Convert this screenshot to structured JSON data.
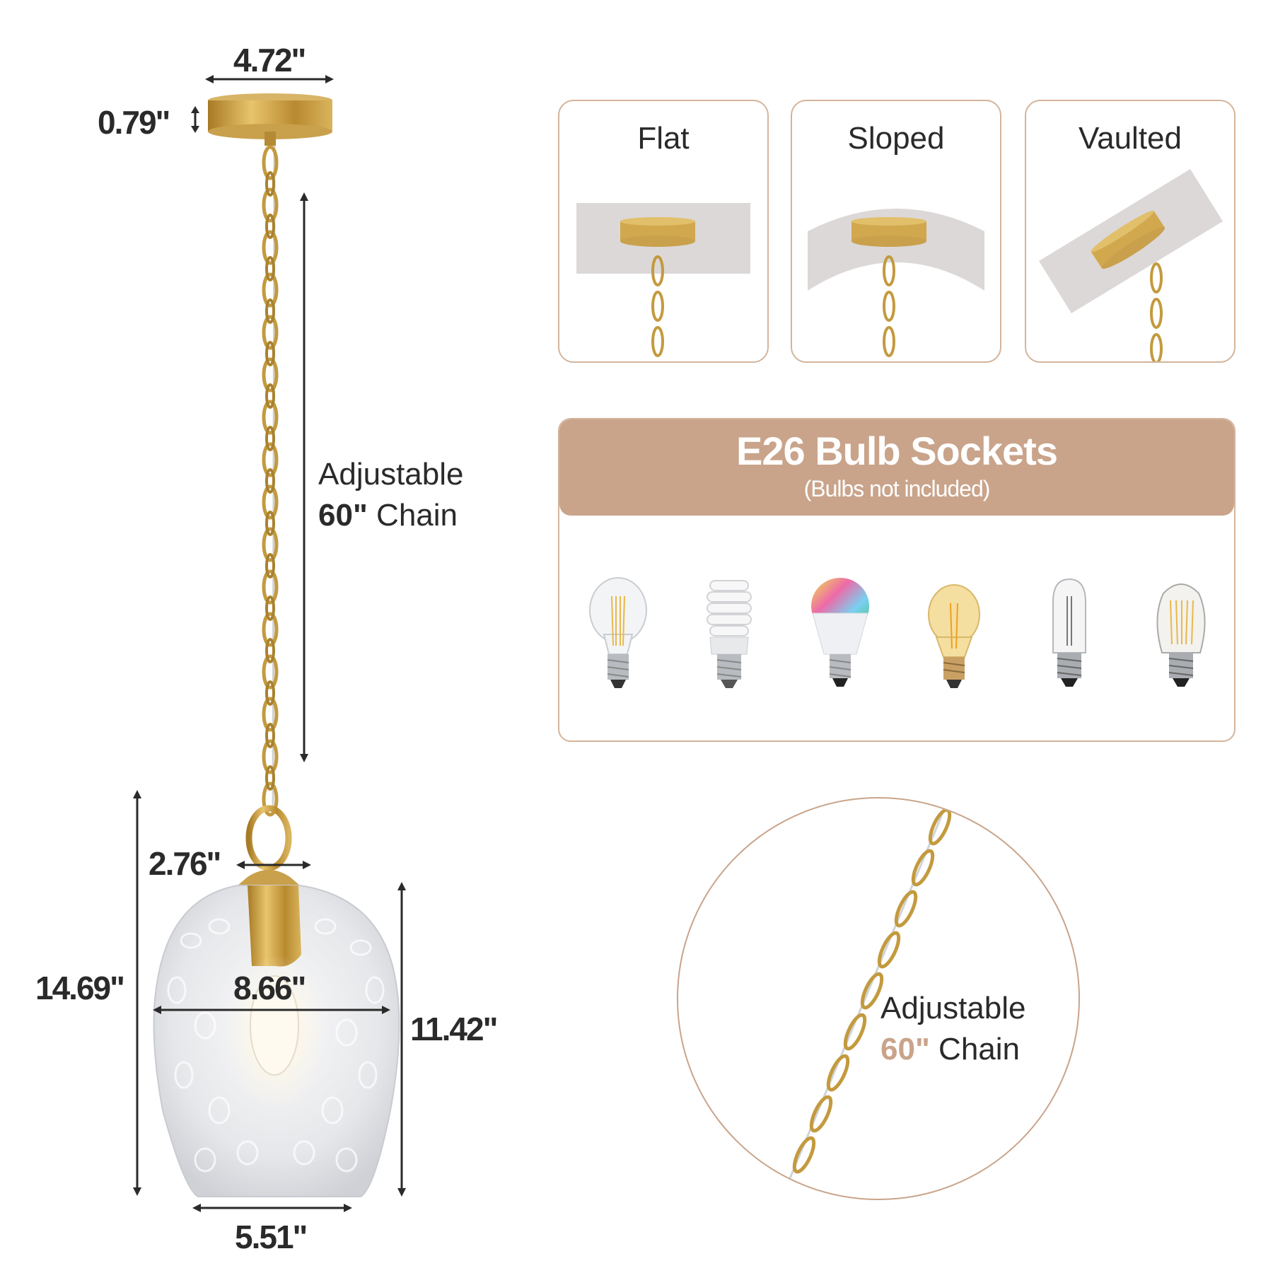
{
  "dimensions": {
    "canopy_width": "4.72\"",
    "canopy_height": "0.79\"",
    "shade_top_width": "2.76\"",
    "total_height": "14.69\"",
    "shade_max_width": "8.66\"",
    "shade_height": "11.42\"",
    "shade_bottom_width": "5.51\""
  },
  "chain_label": {
    "line1": "Adjustable",
    "line2_bold": "60\"",
    "line2_rest": " Chain"
  },
  "mount_types": [
    {
      "label": "Flat"
    },
    {
      "label": "Sloped"
    },
    {
      "label": "Vaulted"
    }
  ],
  "bulb_panel": {
    "title": "E26 Bulb Sockets",
    "subtitle": "(Bulbs not included)",
    "bulbs": [
      {
        "type": "filament-a19"
      },
      {
        "type": "spiral-cfl"
      },
      {
        "type": "rgb-led"
      },
      {
        "type": "amber-edison"
      },
      {
        "type": "tubular-filament"
      },
      {
        "type": "squirrel-cage-filament"
      }
    ]
  },
  "detail_circle": {
    "line1": "Adjustable",
    "line2_accent": "60\"",
    "line2_rest": " Chain"
  },
  "colors": {
    "accent": "#c9a48a",
    "border": "#d4b49b",
    "brass": "#c8a04a",
    "text": "#2a2a2a"
  }
}
